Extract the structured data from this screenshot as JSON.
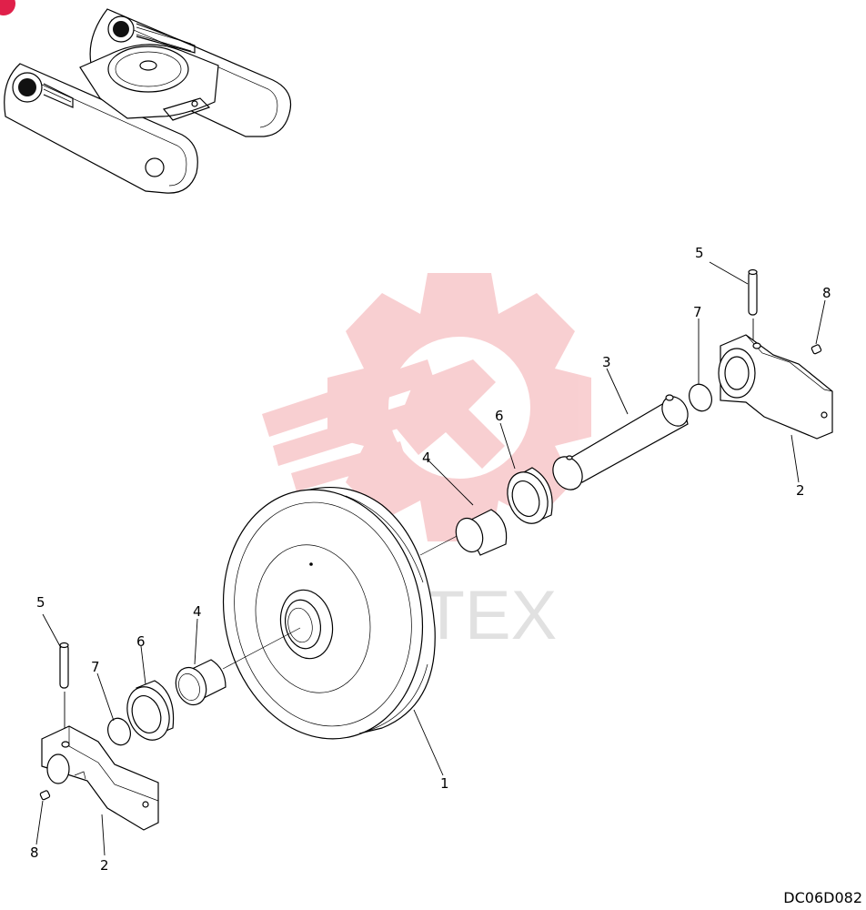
{
  "drawing_code": "DC06D082",
  "watermark": {
    "text": "ИНТЕХ",
    "color": "#f2a3a8"
  },
  "callouts": {
    "wheel": "1",
    "bracket_right": "2",
    "bracket_left": "2",
    "shaft": "3",
    "bushing_right": "4",
    "bushing_left": "4",
    "pin_right": "5",
    "pin_left": "5",
    "seal_right": "6",
    "seal_left": "6",
    "oring_right": "7",
    "oring_left": "7",
    "plug_right": "8",
    "plug_left": "8"
  },
  "marker_color": "#e0204a"
}
